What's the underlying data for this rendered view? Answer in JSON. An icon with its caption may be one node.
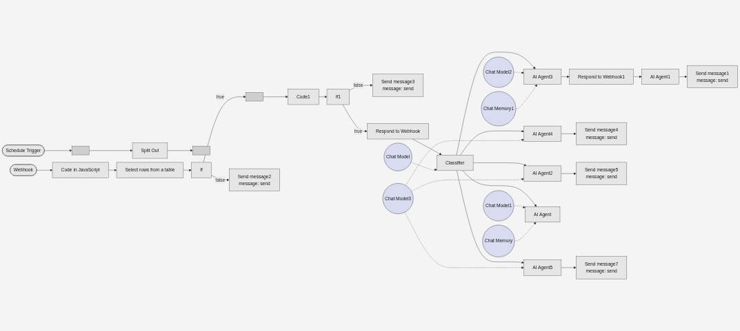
{
  "diagram": {
    "nodes": [
      {
        "text": [
          "Schedule Trigger"
        ]
      },
      {
        "text": [],
        "shape": "box"
      },
      {
        "text": [
          "Split Out"
        ]
      },
      {
        "text": [],
        "shape": "box"
      },
      {
        "text": [
          "Webhook"
        ]
      },
      {
        "text": [
          "Code in JavaScript"
        ]
      },
      {
        "text": [
          "Select rows from a table"
        ]
      },
      {
        "text": [
          "If"
        ]
      },
      {
        "text": [],
        "shape": "box"
      },
      {
        "text": [
          "Send message2",
          "message: send"
        ]
      },
      {
        "text": [
          "Code1"
        ]
      },
      {
        "text": [
          "If1"
        ]
      },
      {
        "text": [
          "Send message3",
          "message: send"
        ]
      },
      {
        "text": [
          "Respond to Webhook"
        ]
      },
      {
        "text": [
          "Classifier"
        ]
      },
      {
        "text": [
          "Chat Model"
        ]
      },
      {
        "text": [
          "AI Agent3"
        ]
      },
      {
        "text": [
          "Chat Model2"
        ]
      },
      {
        "text": [
          "Chat Memory1"
        ]
      },
      {
        "text": [
          "Respond to Webhook1"
        ]
      },
      {
        "text": [
          "AI Agent1"
        ]
      },
      {
        "text": [
          "Send message1",
          "message: send"
        ]
      },
      {
        "text": [
          "AI Agent4"
        ]
      },
      {
        "text": [
          "Send message4",
          "message: send"
        ]
      },
      {
        "text": [
          "AI Agent2"
        ]
      },
      {
        "text": [
          "Send message5",
          "message: send"
        ]
      },
      {
        "text": [
          "AI Agent"
        ]
      },
      {
        "text": [
          "Chat Model1"
        ]
      },
      {
        "text": [
          "Chat Memory"
        ]
      },
      {
        "text": [
          "AI Agent5"
        ]
      },
      {
        "text": [
          "Send message7",
          "message: send"
        ]
      },
      {
        "text": [
          "Chat Model3"
        ]
      }
    ],
    "edges": [
      {
        "from": 0,
        "to": 1,
        "arrow": "to"
      },
      {
        "from": 1,
        "to": 2,
        "arrow": "to"
      },
      {
        "from": 2,
        "to": 3,
        "arrow": "to"
      },
      {
        "from": 4,
        "to": 5,
        "arrow": "to"
      },
      {
        "from": 5,
        "to": 6,
        "arrow": "to"
      },
      {
        "from": 6,
        "to": 7,
        "arrow": "to"
      },
      {
        "from": 7,
        "to": 8,
        "arrow": "to",
        "label": "true"
      },
      {
        "from": 7,
        "to": 9,
        "arrow": "to",
        "label": "false"
      },
      {
        "from": 8,
        "to": 10,
        "arrow": "to"
      },
      {
        "from": 10,
        "to": 11,
        "arrow": "to"
      },
      {
        "from": 11,
        "to": 13,
        "arrow": "to",
        "label": "true"
      },
      {
        "from": 11,
        "to": 12,
        "arrow": "to",
        "label": "false"
      },
      {
        "from": 13,
        "to": 14,
        "arrow": "to"
      },
      {
        "from": 15,
        "to": 14,
        "arrow": "to",
        "style": "dashed"
      },
      {
        "from": 14,
        "to": 16,
        "arrow": "to"
      },
      {
        "from": 14,
        "to": 22,
        "arrow": "to"
      },
      {
        "from": 14,
        "to": 24,
        "arrow": "to"
      },
      {
        "from": 14,
        "to": 26,
        "arrow": "to"
      },
      {
        "from": 14,
        "to": 29,
        "arrow": "to"
      },
      {
        "from": 17,
        "to": 16,
        "arrow": "to",
        "style": "dashed"
      },
      {
        "from": 18,
        "to": 16,
        "arrow": "to",
        "style": "dashed"
      },
      {
        "from": 16,
        "to": 19,
        "arrow": "to"
      },
      {
        "from": 19,
        "to": 20,
        "arrow": "to"
      },
      {
        "from": 20,
        "to": 21,
        "arrow": "to"
      },
      {
        "from": 22,
        "to": 23,
        "arrow": "to"
      },
      {
        "from": 24,
        "to": 25,
        "arrow": "to"
      },
      {
        "from": 27,
        "to": 26,
        "arrow": "to",
        "style": "dashed"
      },
      {
        "from": 28,
        "to": 26,
        "arrow": "to",
        "style": "dashed"
      },
      {
        "from": 29,
        "to": 30,
        "arrow": "to"
      },
      {
        "from": 31,
        "to": 22,
        "arrow": "to",
        "style": "dashed"
      },
      {
        "from": 31,
        "to": 24,
        "arrow": "to",
        "style": "dashed"
      },
      {
        "from": 31,
        "to": 29,
        "arrow": "to",
        "style": "dashed"
      }
    ]
  }
}
